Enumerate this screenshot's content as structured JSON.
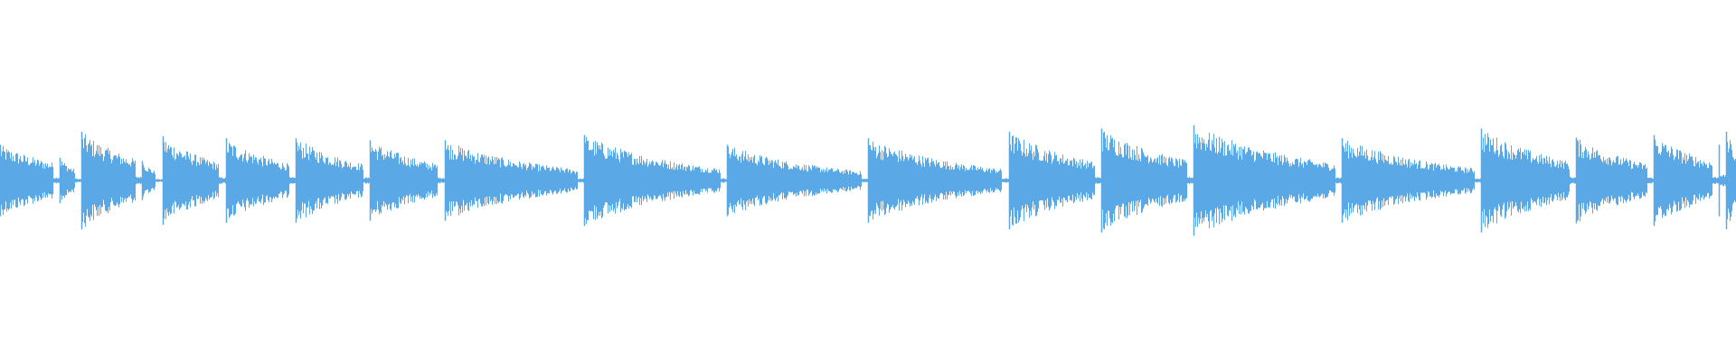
{
  "waveform": {
    "color": "#5aa9e6",
    "duration_fraction_note": "",
    "onsets": [
      {
        "t": 0.0,
        "amp": 0.55,
        "decay": 0.045
      },
      {
        "t": 0.0345,
        "amp": 0.35,
        "decay": 0.012
      },
      {
        "t": 0.047,
        "amp": 0.75,
        "decay": 0.038
      },
      {
        "t": 0.082,
        "amp": 0.3,
        "decay": 0.01
      },
      {
        "t": 0.0935,
        "amp": 0.68,
        "decay": 0.036
      },
      {
        "t": 0.13,
        "amp": 0.65,
        "decay": 0.04
      },
      {
        "t": 0.1705,
        "amp": 0.65,
        "decay": 0.042
      },
      {
        "t": 0.213,
        "amp": 0.62,
        "decay": 0.044
      },
      {
        "t": 0.256,
        "amp": 0.62,
        "decay": 0.06
      },
      {
        "t": 0.3365,
        "amp": 0.7,
        "decay": 0.06
      },
      {
        "t": 0.419,
        "amp": 0.55,
        "decay": 0.058
      },
      {
        "t": 0.5,
        "amp": 0.65,
        "decay": 0.06
      },
      {
        "t": 0.581,
        "amp": 0.75,
        "decay": 0.052
      },
      {
        "t": 0.6345,
        "amp": 0.8,
        "decay": 0.052
      },
      {
        "t": 0.6875,
        "amp": 0.85,
        "decay": 0.07
      },
      {
        "t": 0.773,
        "amp": 0.65,
        "decay": 0.062
      },
      {
        "t": 0.853,
        "amp": 0.8,
        "decay": 0.052
      },
      {
        "t": 0.908,
        "amp": 0.66,
        "decay": 0.044
      },
      {
        "t": 0.9525,
        "amp": 0.7,
        "decay": 0.04
      },
      {
        "t": 0.99,
        "amp": 0.55,
        "decay": 0.012
      },
      {
        "t": 0.9945,
        "amp": 0.75,
        "decay": 0.01
      }
    ]
  }
}
